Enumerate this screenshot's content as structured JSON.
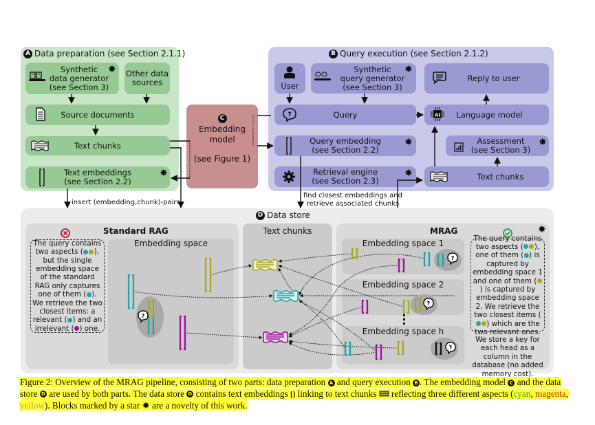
{
  "colors": {
    "cyan": "#1fa5a5",
    "magenta": "#9c0e9c",
    "yellow": "#a8a81e",
    "green_panel": "#c8e6c6",
    "green_box": "#97c994",
    "purple_panel": "#c9c9ea",
    "purple_box": "#9a9ad2",
    "embedding_model": "#c98e8e",
    "data_store": "#ececec",
    "highlight": "#ffff33",
    "red_x": "#b01a2a",
    "green_check": "#22a83a"
  },
  "data_preparation": {
    "badge": "A",
    "title": "Data preparation (see Section 2.1.1)",
    "synthetic_generator": "Synthetic\ndata generator\n(see Section 3)",
    "other_sources": "Other data\nsources",
    "source_documents": "Source documents",
    "text_chunks": "Text chunks",
    "text_embeddings": "Text embeddings\n(see Section 2.2)"
  },
  "embedding_model": {
    "badge": "C",
    "title": "Embedding\nmodel",
    "ref": "(see Figure 1)"
  },
  "query_execution": {
    "badge": "B",
    "title": "Query execution (see Section 2.1.2)",
    "user": "User",
    "synthetic_query_generator": "Synthetic\nquery generator\n(see Section 3)",
    "reply_to_user": "Reply to user",
    "query": "Query",
    "language_model": "Language model",
    "query_embedding": "Query embedding\n(see Section 2.2)",
    "assessment": "Assessment\n(see Section 3)",
    "retrieval_engine": "Retrieval engine\n(see Section 2.3)",
    "text_chunks": "Text chunks"
  },
  "edge_labels": {
    "insert_pairs": "insert (embedding,chunk)-pairs",
    "find_closest": "find closest embeddings and\nretrieve associated chunks"
  },
  "data_store": {
    "badge": "D",
    "title": "Data store",
    "standard_rag": {
      "title": "Standard RAG",
      "embedding_space": "Embedding space",
      "note_parts": [
        "The query contains two aspects (",
        "[cyan]",
        "[yellow]",
        "), but the single embedding space of the standard RAG only captures one of them (",
        "[cyan]",
        "). We retrieve the two closest items: a relevant (",
        "[cyan]",
        ") and an irrelevant (",
        "[magenta]",
        ") one."
      ]
    },
    "text_chunks_title": "Text chunks",
    "mrag": {
      "title": "MRAG",
      "spaces": [
        "Embedding space 1",
        "Embedding space 2",
        "Embedding space h"
      ],
      "note_parts": [
        "The query contains two aspects (",
        "[cyan]",
        "[yellow]",
        "), one of them (",
        "[cyan]",
        ") is captured by embedding space 1 and one of them (",
        "[yellow]",
        ") is captured by embedding space 2. We retrieve the two closest items (",
        "[cyan]",
        "[yellow]",
        ") which are the two relevant ones."
      ],
      "storage_note": "We store a key for each head as a column in the database (no added memory cost)."
    }
  },
  "caption": {
    "segments": [
      {
        "t": "Figure 2: Overview of the MRAG pipeline, consisting of two parts: data preparation "
      },
      {
        "badge": "A"
      },
      {
        "t": " and query execution "
      },
      {
        "badge": "B"
      },
      {
        "t": ". The embedding model "
      },
      {
        "badge": "C"
      },
      {
        "t": " and the data store "
      },
      {
        "badge": "D"
      },
      {
        "t": " are used by both parts. The data store "
      },
      {
        "badge": "D"
      },
      {
        "t": " contains text embeddings "
      },
      {
        "icon": "[]"
      },
      {
        "t": " linking to text chunks "
      },
      {
        "icon": "chunk"
      },
      {
        "t": " reflecting three different aspects ("
      },
      {
        "t": "cyan",
        "color": "#3aa63a"
      },
      {
        "t": ", "
      },
      {
        "t": "magenta",
        "color": "#b8331e"
      },
      {
        "t": ", "
      },
      {
        "t": "yellow",
        "color": "#a8a860"
      },
      {
        "t": "). Blocks marked by a star "
      },
      {
        "icon": "star"
      },
      {
        "t": " are a novelty of this work."
      }
    ]
  }
}
